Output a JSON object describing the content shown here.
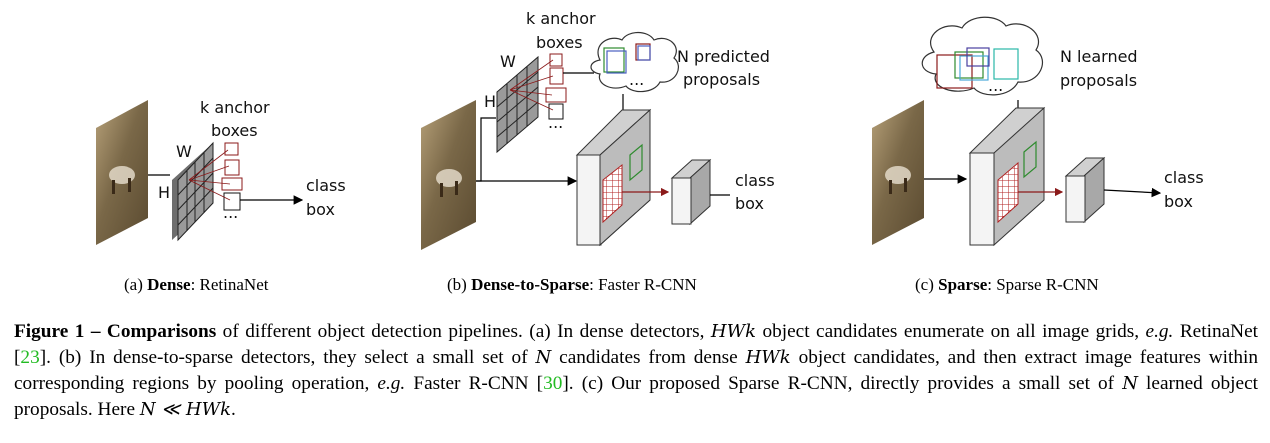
{
  "panels": {
    "a": {
      "grid_w": "W",
      "grid_h": "H",
      "anchor_line1": "k anchor",
      "anchor_line2": "boxes",
      "dots": "...",
      "out_line1": "class",
      "out_line2": "box",
      "sub_letter": "(a)",
      "sub_bold": "Dense",
      "sub_rest": ": RetinaNet"
    },
    "b": {
      "grid_w": "W",
      "grid_h": "H",
      "anchor_line1": "k anchor",
      "anchor_line2": "boxes",
      "dots": "...",
      "cloud_dots": "...",
      "proposals_line1": "N predicted",
      "proposals_line2": "proposals",
      "out_line1": "class",
      "out_line2": "box",
      "sub_letter": "(b)",
      "sub_bold": "Dense-to-Sparse",
      "sub_rest": ": Faster R-CNN"
    },
    "c": {
      "cloud_dots": "...",
      "proposals_line1": "N learned",
      "proposals_line2": "proposals",
      "out_line1": "class",
      "out_line2": "box",
      "sub_letter": "(c)",
      "sub_bold": "Sparse",
      "sub_rest": ": Sparse R-CNN"
    }
  },
  "caption": {
    "fig_label": "Figure 1 – Comparisons",
    "t1": " of different object detection pipelines. (a) In dense detectors, ",
    "m1": "HWk",
    "t2": " object candidates enumerate on all image grids, ",
    "eg1": "e.g.",
    "t3": " RetinaNet [",
    "c1": "23",
    "t4": "]. (b) In dense-to-sparse detectors, they select a small set of ",
    "m2": "N",
    "t5": " candidates from dense ",
    "m3": "HWk",
    "t6": " object candidates, and then extract image features within corresponding regions by pooling operation, ",
    "eg2": "e.g.",
    "t7": " Faster R-CNN [",
    "c2": "30",
    "t8": "].  (c) Our proposed Sparse R-CNN, directly provides a small set of ",
    "m4": "N",
    "t9": " learned object proposals. Here ",
    "m5": "N ≪ HWk",
    "t10": "."
  },
  "colors": {
    "image_bg": "#8a7a5c",
    "grid_fill": "#8f8f8f",
    "anchor_red": "#8b1a1a",
    "roi_red": "#b02020",
    "roi_green": "#2e8b2e",
    "citation_green": "#22bb22"
  },
  "icons": [
    "arrow-icon",
    "cloud-icon"
  ]
}
